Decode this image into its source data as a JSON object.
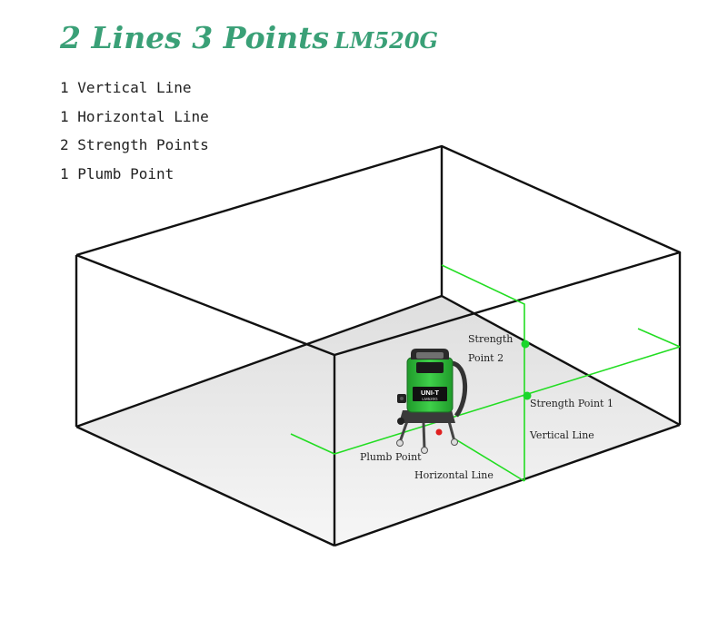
{
  "title": {
    "main": "2 Lines 3 Points",
    "model": "LM520G"
  },
  "features": [
    "1 Vertical Line",
    "1 Horizontal Line",
    "2 Strength Points",
    "1 Plumb Point"
  ],
  "device": {
    "brand": "UNI-T",
    "model": "LM520G"
  },
  "labels": {
    "strength_point_2": [
      "Strength",
      "Point 2"
    ],
    "strength_point_1": "Strength Point 1",
    "vertical_line": "Vertical Line",
    "plumb_point": "Plumb Point",
    "horizontal_line": "Horizontal Line"
  },
  "colors": {
    "title": "#3aa077",
    "laser": "#22dd22",
    "plumb": "#e02020",
    "device_green": "#2fbf3a"
  }
}
